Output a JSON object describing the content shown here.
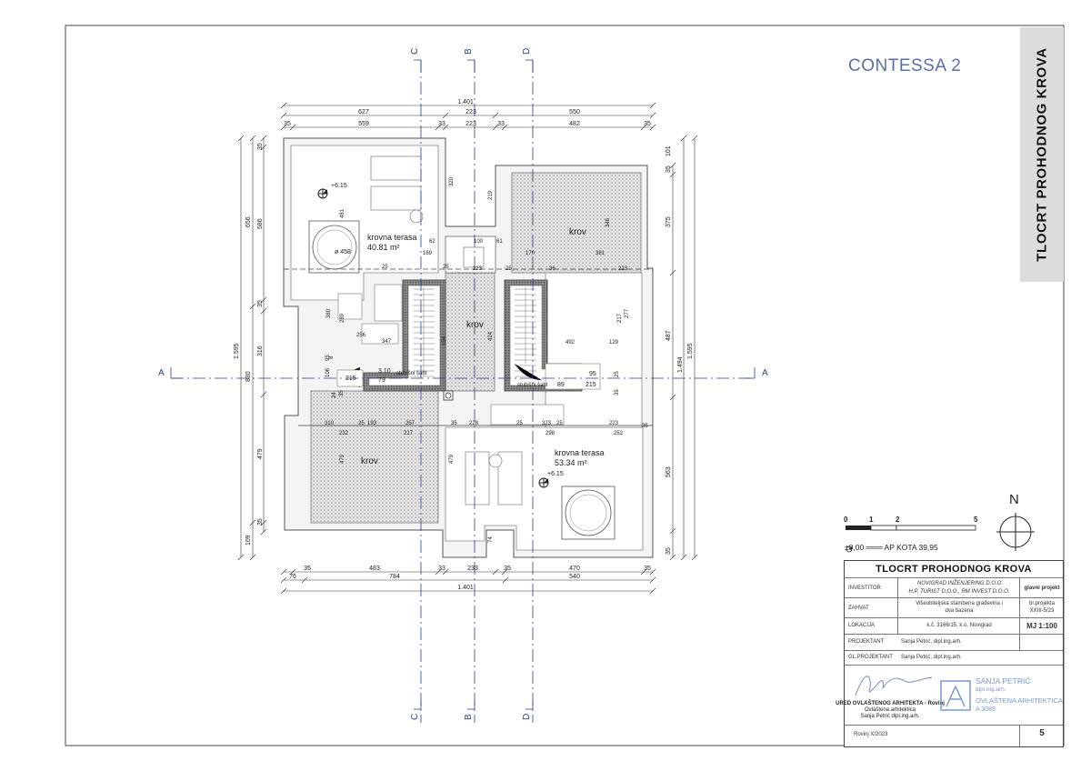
{
  "sheet": {
    "project_name": "CONTESSA 2",
    "side_title": "TLOCRT PROHODNOG KROVA",
    "north_label": "N",
    "scale_bar": [
      "0",
      "1",
      "2",
      "5"
    ],
    "ap_kota": "±0,00 ═══ AP KOTA 39,95"
  },
  "axes": {
    "vertical": [
      "C",
      "B",
      "D"
    ],
    "horizontal": "A"
  },
  "rooms": {
    "terrace_nw_name": "krovna terasa",
    "terrace_nw_area": "40.81 m²",
    "terrace_se_name": "krovna terasa",
    "terrace_se_area": "53.34 m²",
    "roof_ne": "krov",
    "roof_center": "krov",
    "roof_sw": "krov",
    "level_nw": "+6.15",
    "level_se": "+6.15",
    "pool_nw": "ø 458",
    "stair_w": "stubišni šaht",
    "stair_e": "stubišni šaht",
    "stair_w_dim": "3.10",
    "stair_w_dim2": "79",
    "stair_w_dim3": "215",
    "stair_e_dim": "89",
    "stair_e_dim2": "95",
    "stair_e_dim3": "215"
  },
  "dims": {
    "top_total": "1.401",
    "top_1": [
      "627",
      "223",
      "550"
    ],
    "top_2": [
      "35",
      "559",
      "33",
      "223",
      "33",
      "482",
      "35"
    ],
    "bottom_1": [
      "35",
      "483",
      "33",
      "233",
      "35",
      "470",
      "35"
    ],
    "bottom_2": [
      "76",
      "784",
      "540"
    ],
    "bottom_total": "1.401",
    "left_outer": "1.595",
    "left_1": [
      "656",
      "830",
      "109"
    ],
    "left_2": [
      "35",
      "586",
      "35",
      "316",
      "479",
      "35"
    ],
    "right_outer": "1.595",
    "right_1": [
      "101",
      "375",
      "487",
      "563",
      "35"
    ],
    "right_2": "1.494",
    "right_3": [
      "35"
    ],
    "inner_misc": [
      "481",
      "169",
      "170",
      "381",
      "320",
      "219",
      "62",
      "100",
      "61",
      "223",
      "223",
      "346",
      "380",
      "289",
      "256",
      "347",
      "154",
      "424",
      "492",
      "129",
      "217",
      "277",
      "310",
      "193",
      "257",
      "228",
      "323",
      "223",
      "232",
      "217",
      "298",
      "252",
      "479",
      "479",
      "74",
      "35",
      "35",
      "25",
      "25",
      "25",
      "36",
      "95",
      "106",
      "25",
      "35",
      "24",
      "35",
      "8",
      "25",
      "25",
      "25",
      "25"
    ]
  },
  "title_block": {
    "heading": "TLOCRT PROHODNOG KROVA",
    "investitor_label": "INVESTITOR",
    "investitor_value_1": "NOVIGRAD INŽENJERING D.O.O.",
    "investitor_value_2": "H.P. TURIST D.O.O.,    RM INVEST D.O.O.",
    "zahvat_label": "ZAHVAT",
    "zahvat_value_1": "Višeobiteljska stambena građevina  i",
    "zahvat_value_2": "dva bazena",
    "lokacija_label": "LOKACIJA",
    "lokacija_value": "k.č. 3166/15, k.o. Novigrad",
    "projektant_label": "PROJEKTANT",
    "projektant_value": "Sanja Petrić, dipl.ing.arh.",
    "gl_projektant_label": "GL.PROJEKTANT",
    "gl_projektant_value": "Sanja Petrić, dipl.ing.arh.",
    "project_type": "glavni projekt",
    "project_no_label": "br.projekta",
    "project_no": "XXIII-5/23",
    "scale": "MJ 1:100",
    "office_1": "URED OVLAŠTENOG ARHITEKTA - Rovinj",
    "office_2": "Ovlaštena arhitektica",
    "office_3": "Sanja Petrić dipl.ing.arh.",
    "stamp_1": "SANJA PETRIĆ",
    "stamp_2": "dipl.ing.arh.",
    "stamp_3": "OVLAŠTENA ARHITEKTICA",
    "stamp_4": "A 3089",
    "place_date": "Rovinj  X/2023",
    "sheet_no": "5"
  },
  "colors": {
    "line": "#333333",
    "axis": "#2b3f8f",
    "hatch": "#cfcfcf",
    "wall": "#5a5a5a",
    "stamp": "#7a9ad0"
  }
}
